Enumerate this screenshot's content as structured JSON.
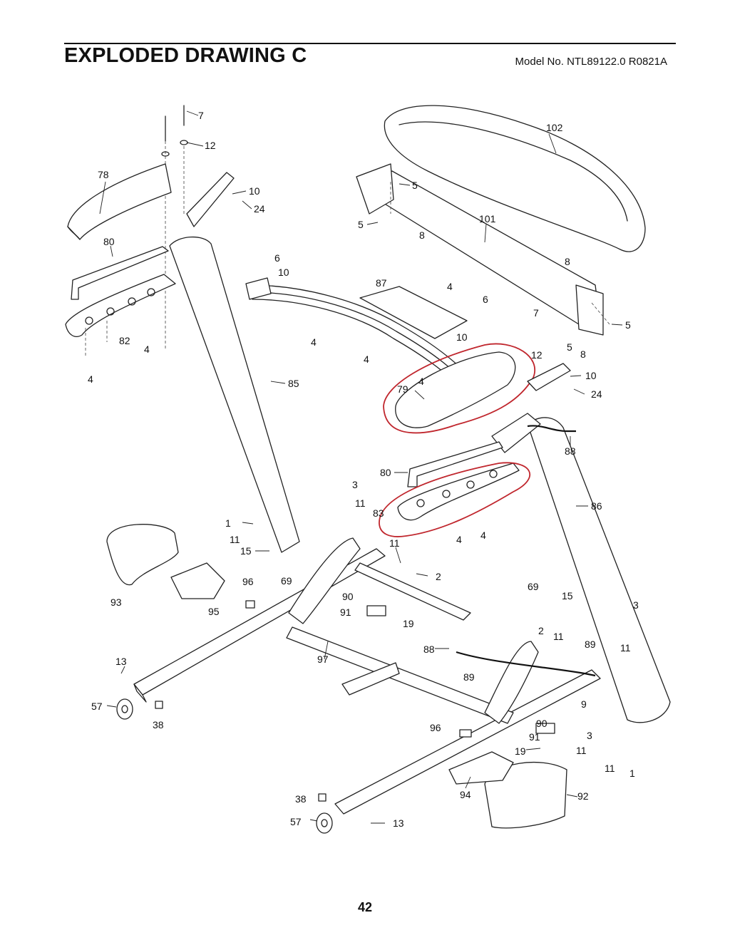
{
  "header": {
    "title": "EXPLODED DRAWING C",
    "model": "Model No. NTL89122.0 R0821A"
  },
  "page_number": "42",
  "colors": {
    "highlight": "#c0262d",
    "line": "#222222"
  },
  "callouts": [
    {
      "id": "c-7a",
      "label": "7"
    },
    {
      "id": "c-12a",
      "label": "12"
    },
    {
      "id": "c-78",
      "label": "78"
    },
    {
      "id": "c-10a",
      "label": "10"
    },
    {
      "id": "c-24a",
      "label": "24"
    },
    {
      "id": "c-80a",
      "label": "80"
    },
    {
      "id": "c-82",
      "label": "82"
    },
    {
      "id": "c-4a",
      "label": "4"
    },
    {
      "id": "c-4b",
      "label": "4"
    },
    {
      "id": "c-6a",
      "label": "6"
    },
    {
      "id": "c-10b",
      "label": "10"
    },
    {
      "id": "c-87",
      "label": "87"
    },
    {
      "id": "c-4c",
      "label": "4"
    },
    {
      "id": "c-4d",
      "label": "4"
    },
    {
      "id": "c-4e",
      "label": "4"
    },
    {
      "id": "c-85",
      "label": "85"
    },
    {
      "id": "c-102",
      "label": "102"
    },
    {
      "id": "c-5a",
      "label": "5"
    },
    {
      "id": "c-5b",
      "label": "5"
    },
    {
      "id": "c-8a",
      "label": "8"
    },
    {
      "id": "c-101",
      "label": "101"
    },
    {
      "id": "c-8b",
      "label": "8"
    },
    {
      "id": "c-5c",
      "label": "5"
    },
    {
      "id": "c-6b",
      "label": "6"
    },
    {
      "id": "c-7b",
      "label": "7"
    },
    {
      "id": "c-10c",
      "label": "10"
    },
    {
      "id": "c-5d",
      "label": "5"
    },
    {
      "id": "c-8c",
      "label": "8"
    },
    {
      "id": "c-12b",
      "label": "12"
    },
    {
      "id": "c-4f",
      "label": "4"
    },
    {
      "id": "c-79",
      "label": "79"
    },
    {
      "id": "c-10d",
      "label": "10"
    },
    {
      "id": "c-24b",
      "label": "24"
    },
    {
      "id": "c-88a",
      "label": "88"
    },
    {
      "id": "c-80b",
      "label": "80"
    },
    {
      "id": "c-3a",
      "label": "3"
    },
    {
      "id": "c-11a",
      "label": "11"
    },
    {
      "id": "c-83",
      "label": "83"
    },
    {
      "id": "c-86",
      "label": "86"
    },
    {
      "id": "c-4g",
      "label": "4"
    },
    {
      "id": "c-4h",
      "label": "4"
    },
    {
      "id": "c-1a",
      "label": "1"
    },
    {
      "id": "c-11b",
      "label": "11"
    },
    {
      "id": "c-15a",
      "label": "15"
    },
    {
      "id": "c-69a",
      "label": "69"
    },
    {
      "id": "c-11c",
      "label": "11"
    },
    {
      "id": "c-2a",
      "label": "2"
    },
    {
      "id": "c-93",
      "label": "93"
    },
    {
      "id": "c-95",
      "label": "95"
    },
    {
      "id": "c-96a",
      "label": "96"
    },
    {
      "id": "c-90a",
      "label": "90"
    },
    {
      "id": "c-91a",
      "label": "91"
    },
    {
      "id": "c-19a",
      "label": "19"
    },
    {
      "id": "c-69b",
      "label": "69"
    },
    {
      "id": "c-15b",
      "label": "15"
    },
    {
      "id": "c-3b",
      "label": "3"
    },
    {
      "id": "c-88b",
      "label": "88"
    },
    {
      "id": "c-2b",
      "label": "2"
    },
    {
      "id": "c-11d",
      "label": "11"
    },
    {
      "id": "c-89a",
      "label": "89"
    },
    {
      "id": "c-11e",
      "label": "11"
    },
    {
      "id": "c-97",
      "label": "97"
    },
    {
      "id": "c-89b",
      "label": "89"
    },
    {
      "id": "c-13a",
      "label": "13"
    },
    {
      "id": "c-57a",
      "label": "57"
    },
    {
      "id": "c-38a",
      "label": "38"
    },
    {
      "id": "c-9",
      "label": "9"
    },
    {
      "id": "c-96b",
      "label": "96"
    },
    {
      "id": "c-90b",
      "label": "90"
    },
    {
      "id": "c-91b",
      "label": "91"
    },
    {
      "id": "c-3c",
      "label": "3"
    },
    {
      "id": "c-19b",
      "label": "19"
    },
    {
      "id": "c-11f",
      "label": "11"
    },
    {
      "id": "c-11g",
      "label": "11"
    },
    {
      "id": "c-1b",
      "label": "1"
    },
    {
      "id": "c-94",
      "label": "94"
    },
    {
      "id": "c-92",
      "label": "92"
    },
    {
      "id": "c-38b",
      "label": "38"
    },
    {
      "id": "c-57b",
      "label": "57"
    },
    {
      "id": "c-13b",
      "label": "13"
    }
  ]
}
